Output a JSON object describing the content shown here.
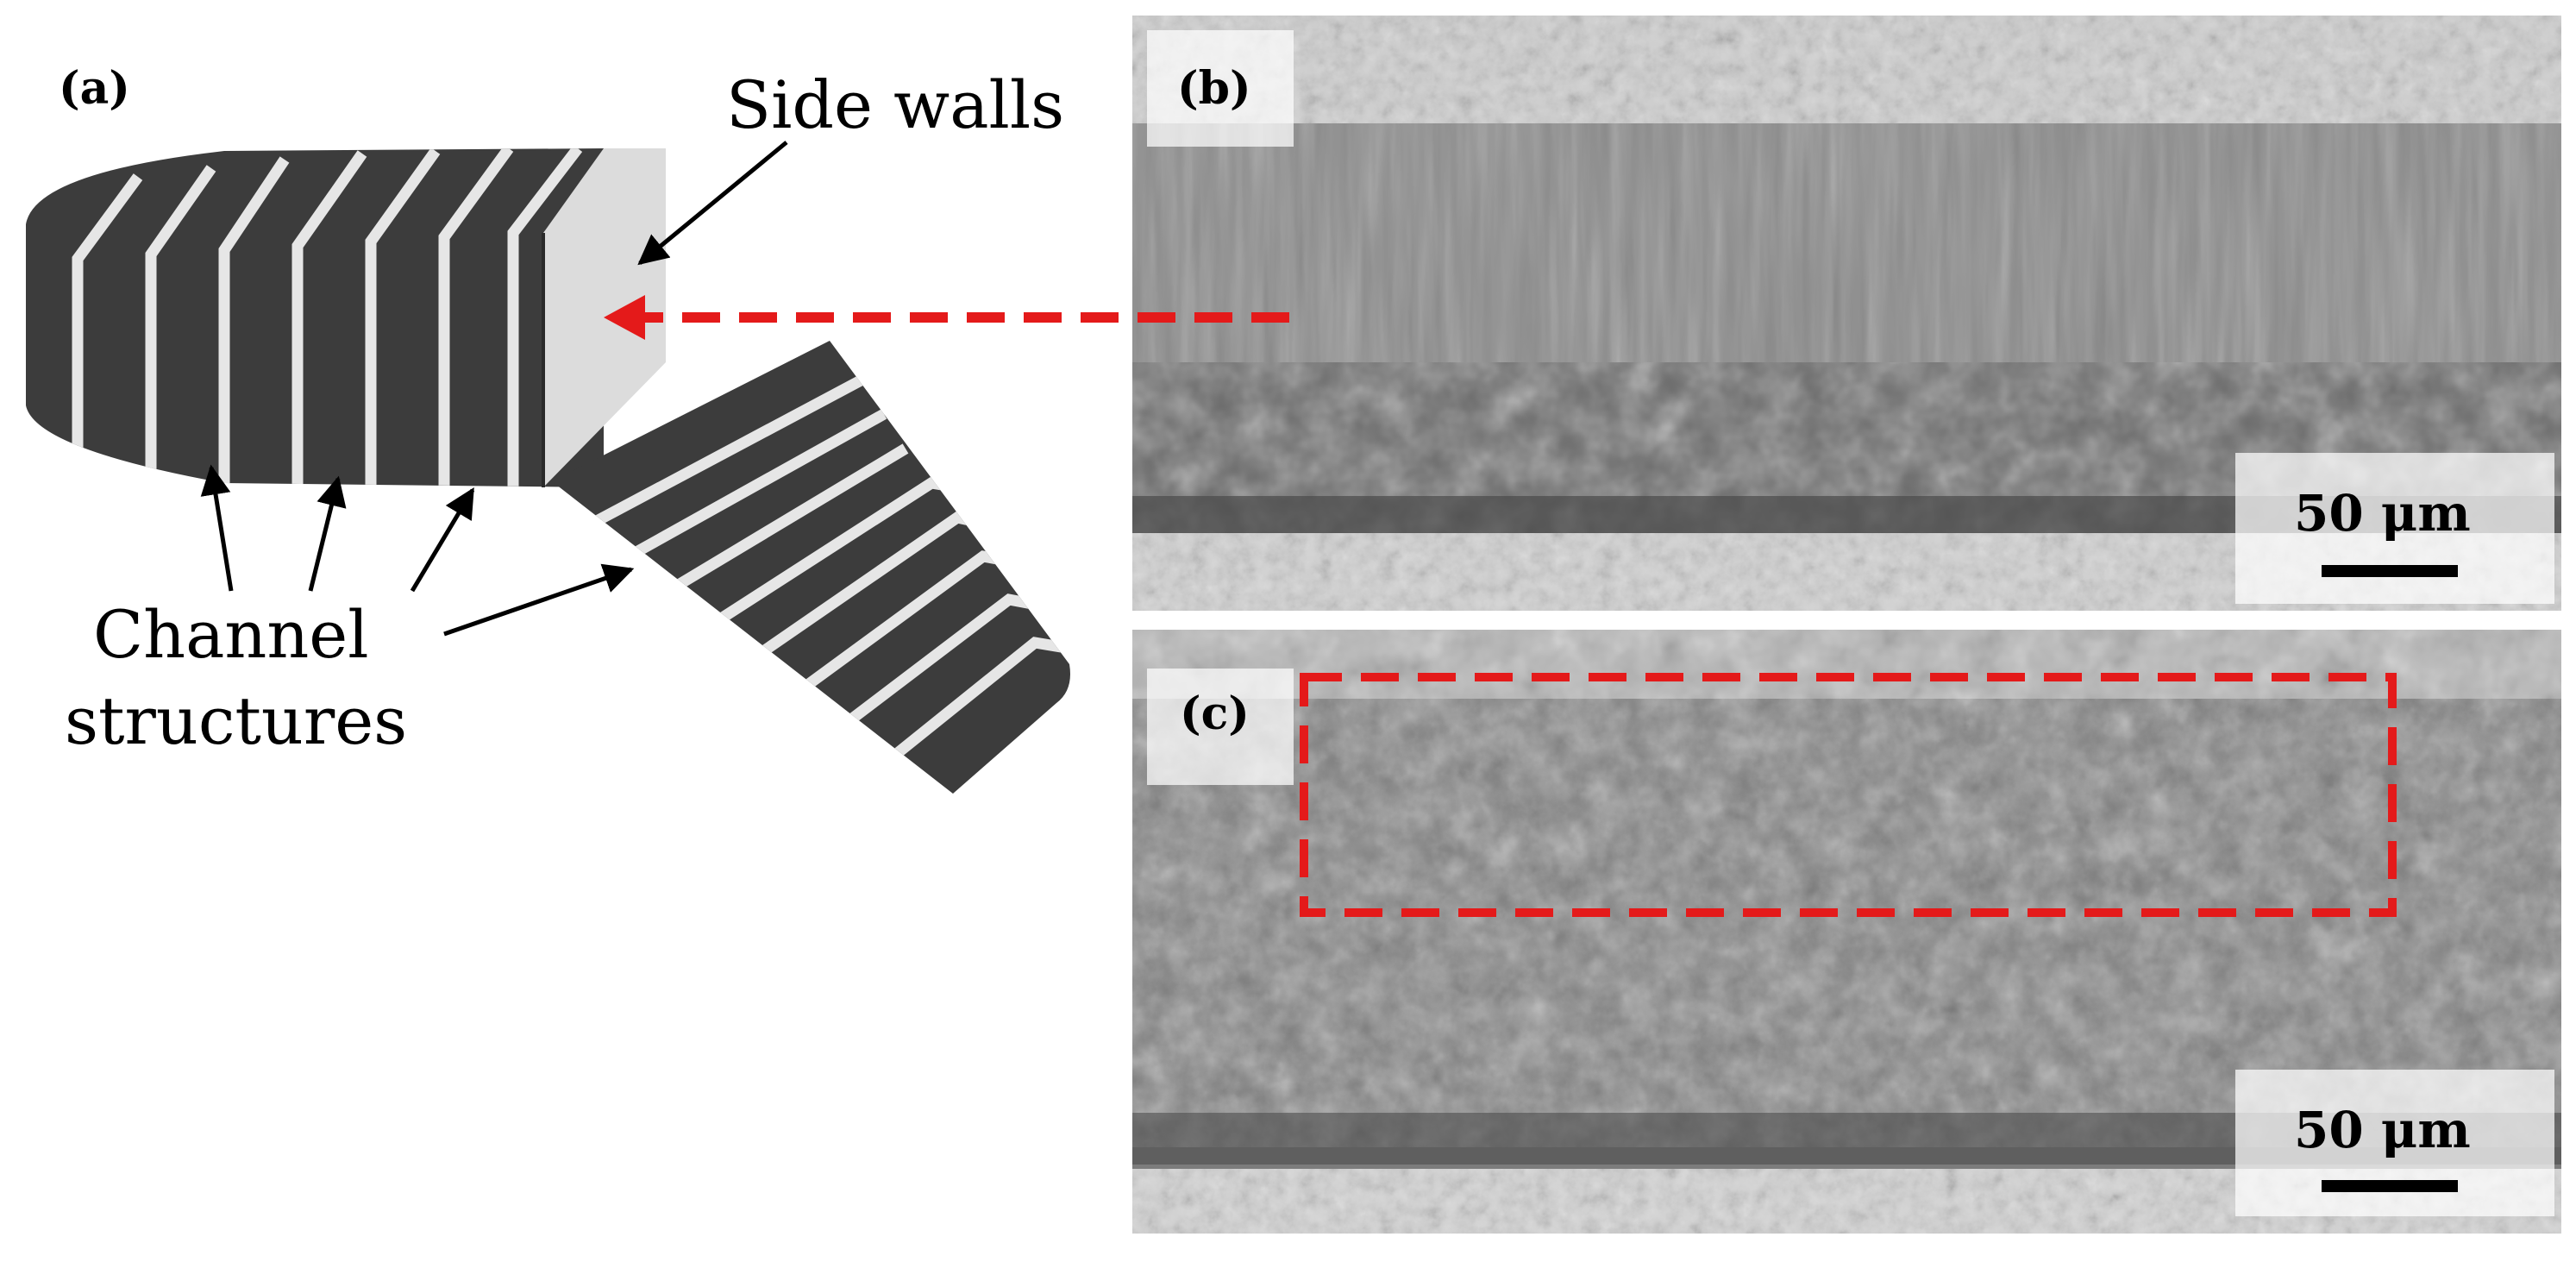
{
  "panels": {
    "a": {
      "label": "(a)",
      "side_walls_label": "Side walls",
      "channel_label_line1": "Channel",
      "channel_label_line2": "structures"
    },
    "b": {
      "label": "(b)",
      "scale_bar": "50 μm"
    },
    "c": {
      "label": "(c)",
      "scale_bar": "50 μm"
    }
  },
  "colors": {
    "block_dark": "#3c3c3c",
    "stripe_light": "#e6e6e6",
    "side_wall": "#dcdcdc",
    "highlight": "#e41a1a",
    "sem_base": "#8a8a8a"
  }
}
